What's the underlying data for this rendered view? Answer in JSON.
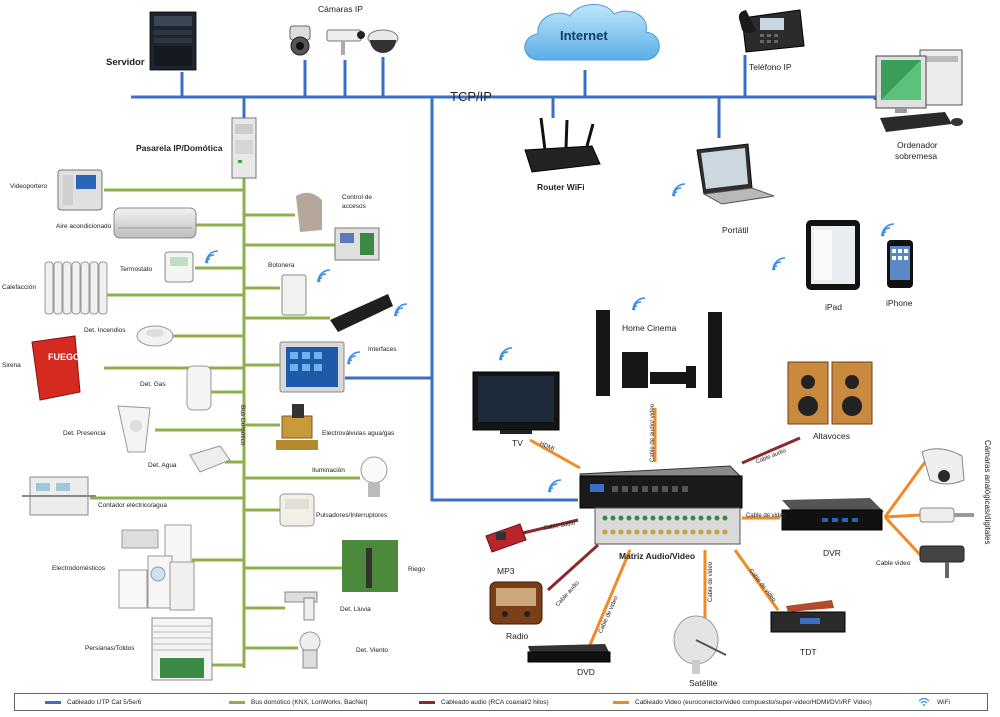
{
  "colors": {
    "utp": "#3a6fc4",
    "bus": "#8db04a",
    "audio": "#8b2a2a",
    "video": "#f08a24",
    "wifi": "#3a8ee6",
    "cloud": "#7ec4ee"
  },
  "top": {
    "internet": "Internet",
    "tcpip": "TCP/IP",
    "servidor": "Servidor",
    "camaras_ip": "Cámaras IP",
    "telefono_ip": "Teléfono IP",
    "ordenador": "Ordenador",
    "sobremesa": "sobremesa",
    "router": "Router WiFi",
    "portatil": "Portátil",
    "ipad": "iPad",
    "iphone": "iPhone"
  },
  "left": {
    "pasarela": "Pasarela IP/Domótica",
    "bus_label": "Bus Domótico",
    "videoportero": "Videoportero",
    "aire": "Aire acondicionado",
    "termostato": "Termostato",
    "calefaccion": "Calefacción",
    "incendios": "Det. Incendios",
    "sirena": "Sirena",
    "gas": "Det. Gas",
    "presencia": "Det. Presencia",
    "agua": "Det. Agua",
    "contador": "Contador eléctrico/agua",
    "electrodomesticos": "Electrodomésticos",
    "persianas": "Persianas/Toldos",
    "control1": "Control de",
    "control2": "accesos",
    "botonera": "Botonera",
    "interfaces": "Interfaces",
    "electrovalvulas": "Electroválvulas agua/gas",
    "iluminacion": "Iluminación",
    "pulsadores": "Pulsadores/Interruptores",
    "riego": "Riego",
    "lluvia": "Det. Lluvia",
    "viento": "Det. Viento"
  },
  "right": {
    "home_cinema": "Home Cinema",
    "tv": "TV",
    "altavoces": "Altavoces",
    "matriz": "Matriz Audio/Video",
    "dvr": "DVR",
    "camaras_analogicas": "Cámaras analógicas/digitales",
    "cable_video_cam": "Cable video",
    "mp3": "MP3",
    "radio": "Radio",
    "dvd": "DVD",
    "satelite": "Satélite",
    "tdt": "TDT",
    "hdmi": "HDMI",
    "cable_audio_video": "Cable de audio/ video",
    "cable_audio_alt": "Cable audio",
    "cable_audio_mp3": "Cable audio",
    "cable_audio_radio": "Cable audio",
    "cable_video_dvd": "Cable de video",
    "cable_video_sat": "Cable de video",
    "cable_video_tdt": "Cable de video",
    "cable_video_dvr": "Cable de video"
  },
  "legend": [
    {
      "key": "utp",
      "label": "Cableado UTP Cat 5/5e/6"
    },
    {
      "key": "bus",
      "label": "Bus domótico (KNX, LonWorks, BacNet)"
    },
    {
      "key": "audio",
      "label": "Cableado audio (RCA coaxial/2 hilos)"
    },
    {
      "key": "video",
      "label": "Cableado Video (euroconector/video compuesto/super-video/HDMI/DVI/RF Video)"
    },
    {
      "key": "wifi",
      "label": "WiFi"
    }
  ]
}
